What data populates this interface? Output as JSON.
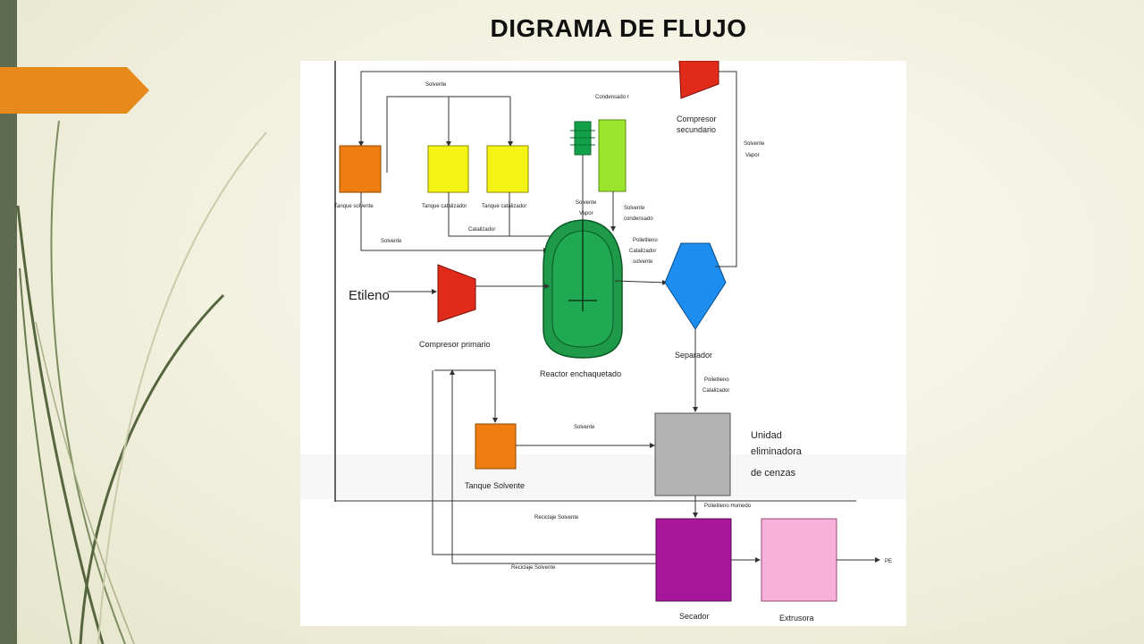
{
  "slide": {
    "title": "DIGRAMA DE FLUJO",
    "colors": {
      "accent_tab": "#e8891c",
      "left_bar": "#5f6b4e",
      "background": "#f3f2e2"
    }
  },
  "diagram": {
    "input_label": "Etileno",
    "equipment": {
      "compresor_primario": "Compresor primario",
      "compresor_secundario_l1": "Compresor",
      "compresor_secundario_l2": "secundario",
      "tanque_solvente": "Tanque solvente",
      "tanque_catalizador_1": "Tanque catalizador",
      "tanque_catalizador_2": "Tanque catalizador",
      "condensador": "Condensado r",
      "reactor": "Reactor enchaquetado",
      "separador": "Separador",
      "unidad_l1": "Unidad",
      "unidad_l2": "eliminadora",
      "unidad_l3": "de cenzas",
      "tanque_solvente_2": "Tanque Solvente",
      "secador": "Secador",
      "extrusora": "Extrusora"
    },
    "streams": {
      "solvente_top": "Solvente",
      "solvente_left": "Solvente",
      "catalizador": "Catalizador",
      "solvente_vapor_l1": "Solvente",
      "solvente_vapor_l2": "Vapor",
      "solvente_cond_l1": "Solvente",
      "solvente_cond_l2": "condensado",
      "reactor_out_l1": "Polietileno",
      "reactor_out_l2": "Catalizador",
      "reactor_out_l3": "solvente",
      "sep_vapor_l1": "Solvente",
      "sep_vapor_l2": "Vapor",
      "sep_out_l1": "Polietileno",
      "sep_out_l2": "Catalizador",
      "solvente_mid": "Solvente",
      "polietileno_humedo": "Polietileno Humedo",
      "reciclaje_1": "Reciclaje Solvente",
      "reciclaje_2": "Reciclaje Solvente",
      "output": "PE"
    }
  }
}
